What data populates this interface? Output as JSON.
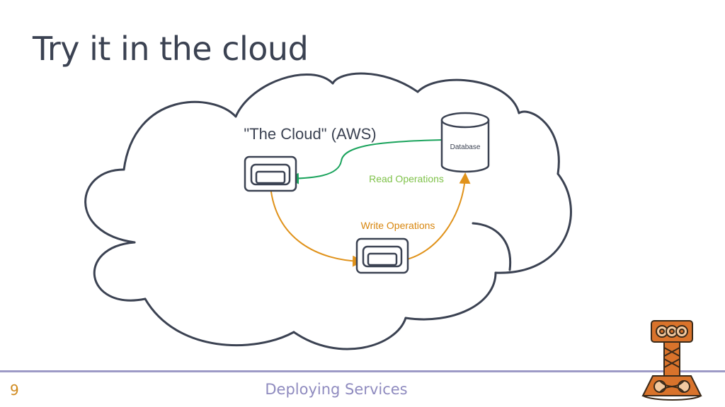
{
  "slide": {
    "title": "Try it in the cloud",
    "page_number": "9",
    "footer": "Deploying Services"
  },
  "diagram": {
    "cloud_label": "\"The Cloud\" (AWS)",
    "database_label": "Database",
    "read_label": "Read Operations",
    "write_label": "Write Operations",
    "colors": {
      "outline": "#3b4252",
      "read": "#1aa35c",
      "read_text": "#7fc24a",
      "write": "#e0921a",
      "write_text": "#d8860e",
      "footer_rule": "#9d9ac6",
      "logo": "#d9732b"
    },
    "nodes": [
      {
        "id": "server-a",
        "icon": "server-icon"
      },
      {
        "id": "server-b",
        "icon": "server-icon"
      },
      {
        "id": "database",
        "icon": "database-icon"
      }
    ],
    "edges": [
      {
        "from": "database",
        "to": "server-a",
        "label": "Read Operations"
      },
      {
        "from": "server-a",
        "to": "server-b",
        "label": "Write Operations"
      },
      {
        "from": "server-b",
        "to": "database",
        "label": "Write Operations"
      }
    ]
  },
  "logo": {
    "icon": "hammer-logo-icon"
  }
}
